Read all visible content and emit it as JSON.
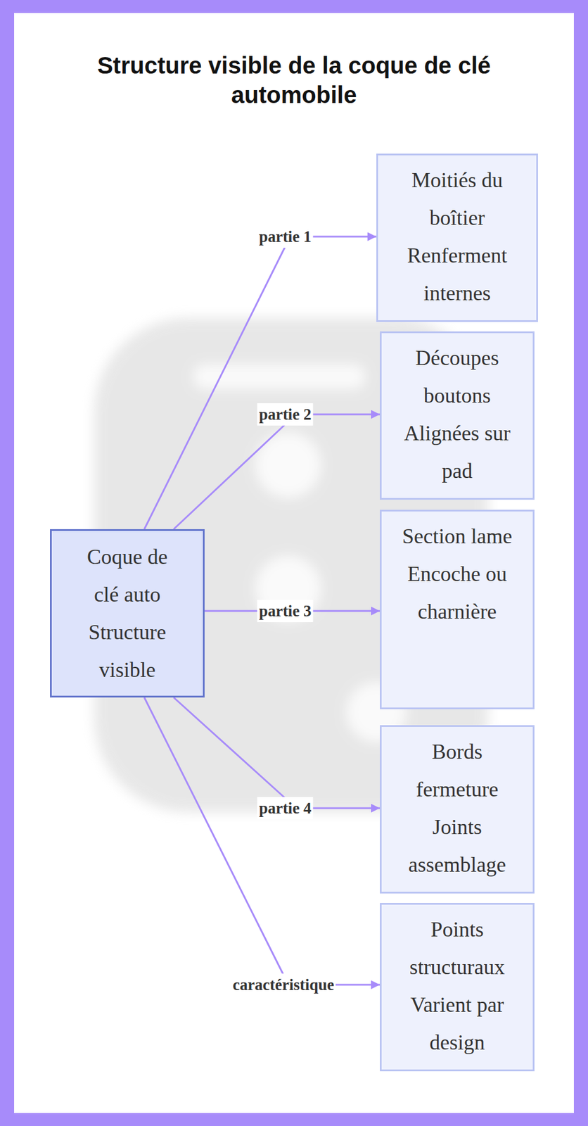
{
  "diagram": {
    "title": "Structure visible de la coque de clé automobile",
    "nodes": [
      {
        "text": [
          "Coque de clé auto Structure visible"
        ]
      },
      {
        "text": [
          "Moitiés du boîtier Renferment internes"
        ]
      },
      {
        "text": [
          "Découpes boutons Alignées sur pad"
        ]
      },
      {
        "text": [
          "Section lame Encoche ou charnière"
        ]
      },
      {
        "text": [
          "Bords fermeture Joints assemblage"
        ]
      },
      {
        "text": [
          "Points structuraux Varient par design"
        ]
      }
    ],
    "edges": [
      {
        "from": 0,
        "to": 1,
        "label": "partie 1",
        "arrow": "to"
      },
      {
        "from": 0,
        "to": 2,
        "label": "partie 2",
        "arrow": "to"
      },
      {
        "from": 0,
        "to": 3,
        "label": "partie 3",
        "arrow": "to"
      },
      {
        "from": 0,
        "to": 4,
        "label": "partie 4",
        "arrow": "to"
      },
      {
        "from": 0,
        "to": 5,
        "label": "caractéristique",
        "arrow": "to"
      }
    ]
  }
}
